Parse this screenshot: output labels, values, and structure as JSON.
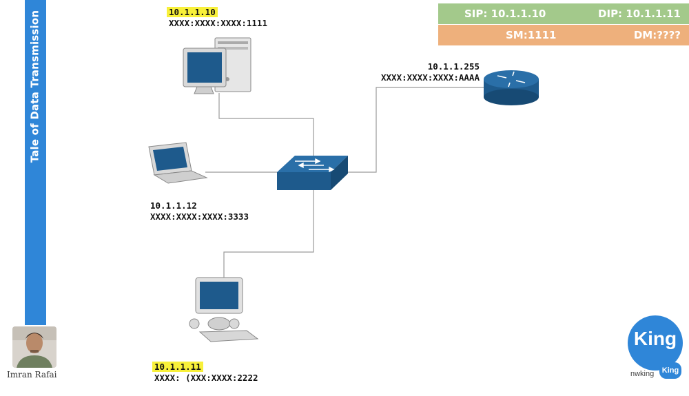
{
  "sidebar": {
    "title": "Tale of Data Transmission"
  },
  "presenter": {
    "name": "Imran Rafai"
  },
  "header": {
    "sip": "SIP: 10.1.1.10",
    "dip": "DIP: 10.1.1.11",
    "sm": "SM:1111",
    "dm": "DM:????",
    "row1_color": "#a3c98b",
    "row2_color": "#eeb07c"
  },
  "nodes": {
    "pc_top": {
      "ip": "10.1.1.10",
      "mac": "XXXX:XXXX:XXXX:1111"
    },
    "laptop": {
      "ip": "10.1.1.12",
      "mac": "XXXX:XXXX:XXXX:3333"
    },
    "pc_bottom": {
      "ip": "10.1.1.11",
      "mac": "XXXX: (XXX:XXXX:2222"
    },
    "router": {
      "ip": "10.1.1.255",
      "mac": "XXXX:XXXX:XXXX:AAAA"
    }
  },
  "brand": {
    "logo_text": "King",
    "badge_text": "King",
    "site": "nwking"
  },
  "colors": {
    "accent": "#2f86d8",
    "highlight": "#f8f03a",
    "device_blue": "#1e5a8c"
  }
}
